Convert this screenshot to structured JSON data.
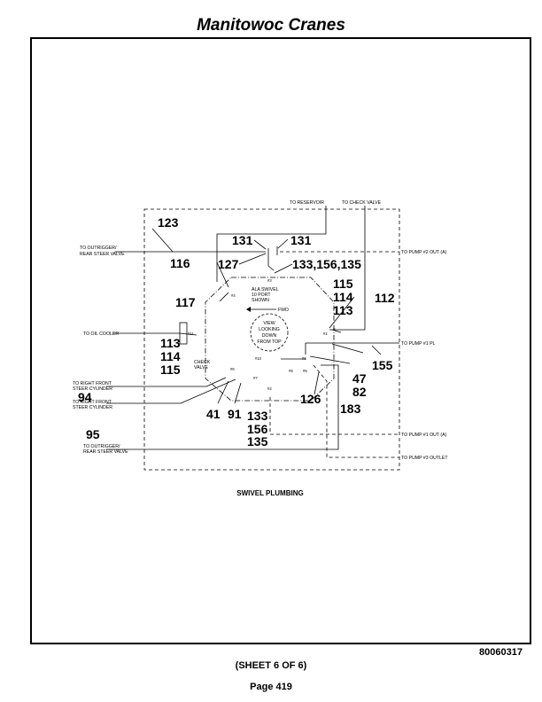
{
  "header": {
    "title": "Manitowoc Cranes"
  },
  "footer": {
    "doc_number": "80060317",
    "sheet": "(SHEET 6 OF 6)",
    "page": "Page 419"
  },
  "diagram": {
    "title": "SWIVEL PLUMBING",
    "external_labels": {
      "to_reservoir": "TO RESERVOIR",
      "to_check_valve": "TO CHECK VALVE",
      "to_outrigger_top_1": "TO OUTRIGGER/",
      "to_outrigger_top_2": "REAR STEER VALVE",
      "to_pump2_out": "TO PUMP #2 OUT (A)",
      "to_oil_cooler": "TO OIL COOLER",
      "to_pump1_pl": "TO PUMP #1 PL",
      "to_right_front_1a": "TO RIGHT FRONT",
      "to_right_front_1b": "STEER CYLINDER",
      "to_right_front_2a": "TO RIGHT FRONT",
      "to_right_front_2b": "STEER CYLINDER",
      "to_pump1_out": "TO PUMP #1 OUT (A)",
      "to_outrigger_bottom_1": "TO OUTRIGGER/",
      "to_outrigger_bottom_2": "REAR STEER VALVE",
      "to_pump3_outlet": "TO PUMP #3 OUTLET"
    },
    "center_labels": {
      "swivel_1": "ALA SWIVEL",
      "swivel_2": "10 PORT",
      "swivel_3": "SHOWN",
      "fwd": "FWD",
      "view_1": "VIEW",
      "view_2": "LOOKING",
      "view_3": "DOWN",
      "view_4": "FROM TOP",
      "check_valve_1": "CHECK",
      "check_valve_2": "VALVE"
    },
    "port_labels": {
      "p1": "#1",
      "p2": "#2",
      "p3": "#3",
      "p4": "#4",
      "p5": "#5",
      "p6": "#6",
      "p7": "#7",
      "p8": "#8",
      "p9": "#9",
      "p10": "#10",
      "p11": "#11",
      "x": "X"
    },
    "callouts": {
      "c123": "123",
      "c131a": "131",
      "c131b": "131",
      "c116": "116",
      "c127": "127",
      "c133top": "133,156,135",
      "c115a": "115",
      "c114a": "114",
      "c113a": "113",
      "c112": "112",
      "c117": "117",
      "c113b": "113",
      "c114b": "114",
      "c115b": "115",
      "c47": "47",
      "c82": "82",
      "c155": "155",
      "c94": "94",
      "c41": "41",
      "c91": "91",
      "c133b": "133",
      "c156b": "156",
      "c135b": "135",
      "c126": "126",
      "c183": "183",
      "c95": "95"
    }
  }
}
